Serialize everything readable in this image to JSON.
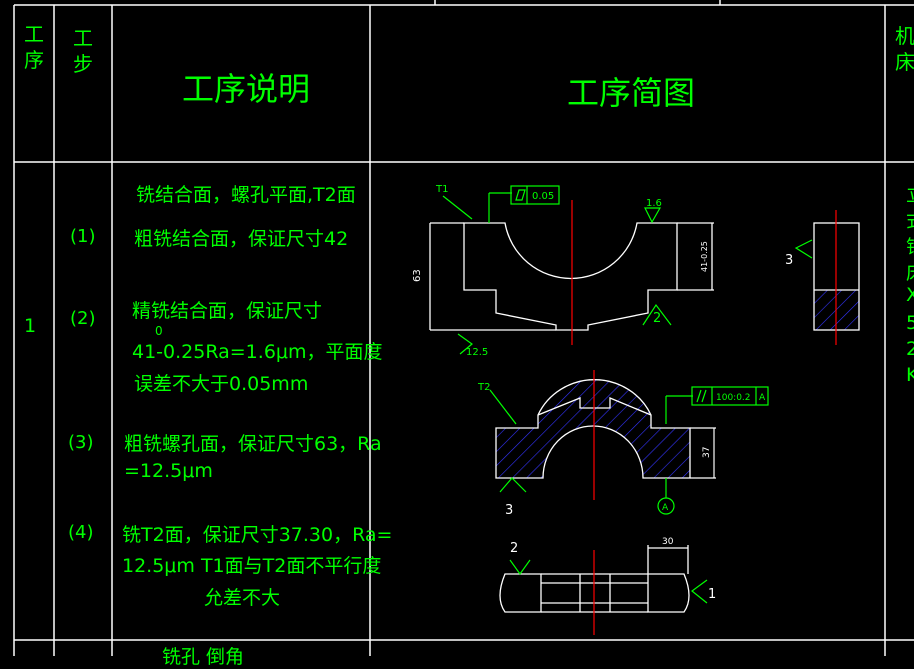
{
  "header": {
    "col_process": [
      "工",
      "序"
    ],
    "col_step": [
      "工",
      "步"
    ],
    "col_description": "工序说明",
    "col_sketch": "工序简图",
    "col_machine": [
      "机",
      "床"
    ]
  },
  "row": {
    "process_no": "1",
    "title": "铣结合面，螺孔平面,T2面",
    "steps": [
      {
        "no": "(1)",
        "lines": [
          "粗铣结合面，保证尺寸42"
        ]
      },
      {
        "no": "(2)",
        "lines": [
          "精铣结合面，保证尺寸",
          "41-0.25Ra=1.6μm，平面度",
          "误差不大于0.05mm"
        ],
        "superscript": "0"
      },
      {
        "no": "(3)",
        "lines": [
          "粗铣螺孔面，保证尺寸63，Ra",
          "=12.5μm"
        ]
      },
      {
        "no": "(4)",
        "lines": [
          "铣T2面，保证尺寸37.30，Ra=",
          "12.5μm T1面与T2面不平行度",
          "允差不大"
        ]
      }
    ],
    "machine_partial": [
      "立",
      "式",
      "铣",
      "床",
      "X",
      "5",
      "2",
      "K"
    ]
  },
  "next_row_partial": "铣孔  倒角",
  "sketch": {
    "label_t1": "T1",
    "label_t2": "T2",
    "flatness": "0.05",
    "roughness_a": "1.6",
    "roughness_b": "12.5",
    "dim_63": "63",
    "dim_41": "41-0.25",
    "dim_37": "37",
    "dim_30": "30",
    "parallel": "100:0.2",
    "datum": "A",
    "support_2": "2",
    "support_3": "3",
    "support_1": "1"
  },
  "colors": {
    "lines": "#ffffff",
    "text": "#00ff00",
    "center": "#ff0000",
    "hatch": "#3333ff"
  }
}
